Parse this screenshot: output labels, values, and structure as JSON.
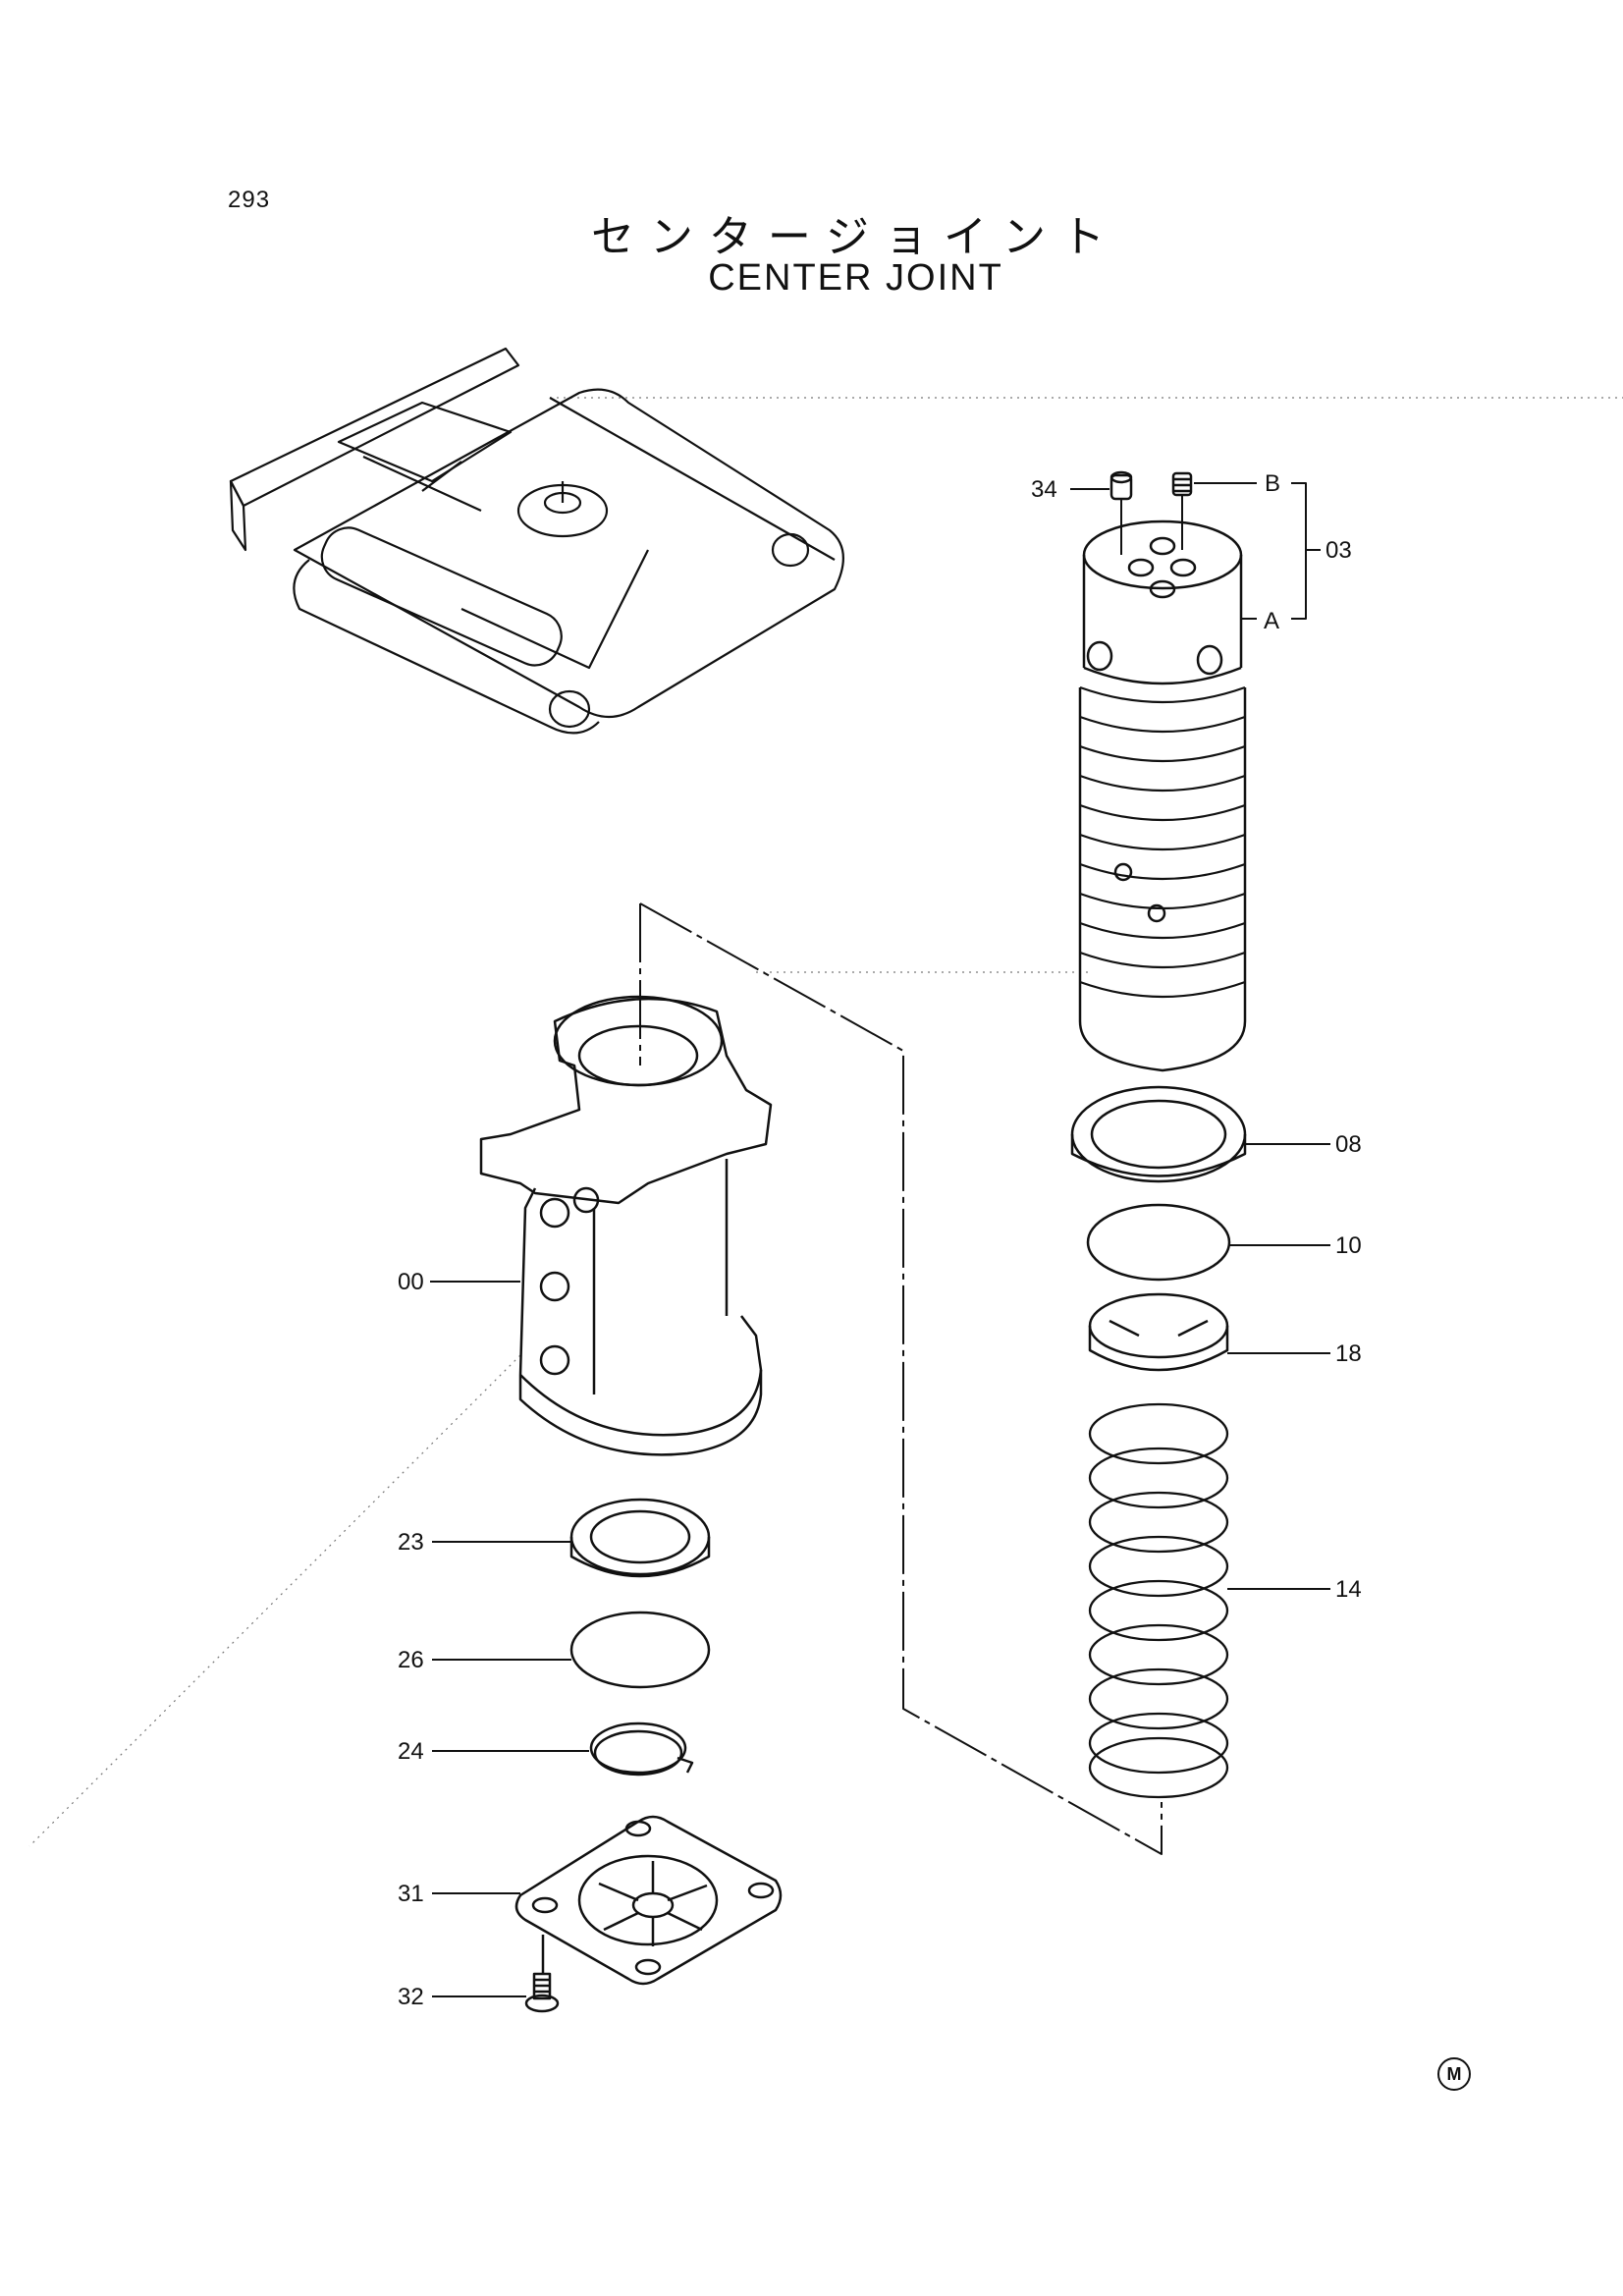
{
  "page_number": "293",
  "title_ja": "センタージョイント",
  "title_en": "CENTER JOINT",
  "callouts": {
    "c34": "34",
    "cB": "B",
    "c03": "03",
    "cA": "A",
    "c08": "08",
    "c10": "10",
    "c18": "18",
    "c14": "14",
    "c00": "00",
    "c23": "23",
    "c26": "26",
    "c24": "24",
    "c31": "31",
    "c32": "32"
  },
  "mark": "M"
}
